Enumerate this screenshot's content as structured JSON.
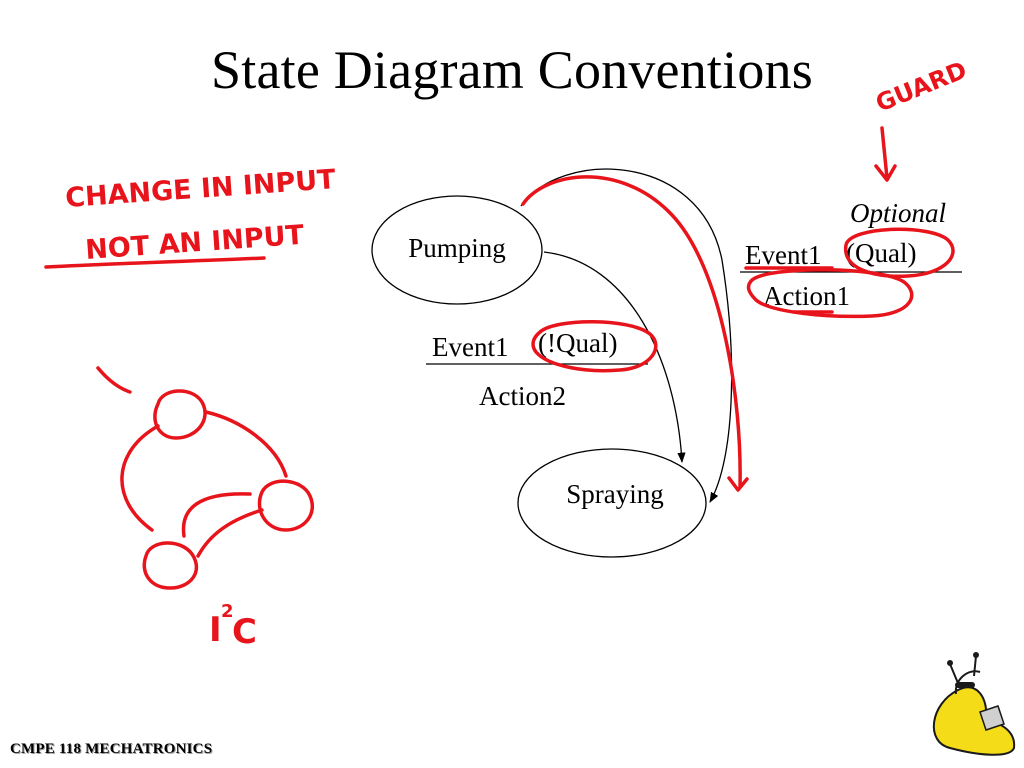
{
  "slide": {
    "title": "State Diagram Conventions",
    "footer": "CMPE 118 MECHATRONICS"
  },
  "diagram": {
    "states": {
      "pumping": "Pumping",
      "spraying": "Spraying"
    },
    "transition_left": {
      "event": "Event1",
      "qualifier": "(!Qual)",
      "action": "Action2"
    },
    "transition_right": {
      "note": "Optional",
      "event": "Event1",
      "qualifier": "(Qual)",
      "action": "Action1"
    }
  },
  "annotations": {
    "guard": "GUARD",
    "change_in_input": "CHANGE IN INPUT",
    "not_an_input": "NOT AN INPUT",
    "i2c_base": "I",
    "i2c_exponent": "2",
    "i2c_tail": "C",
    "ink_color": "#e8141c"
  },
  "logo": {
    "icon": "banana-slug-mascot-icon",
    "body_color": "#f4dd18",
    "outline_color": "#1a1a1a"
  }
}
